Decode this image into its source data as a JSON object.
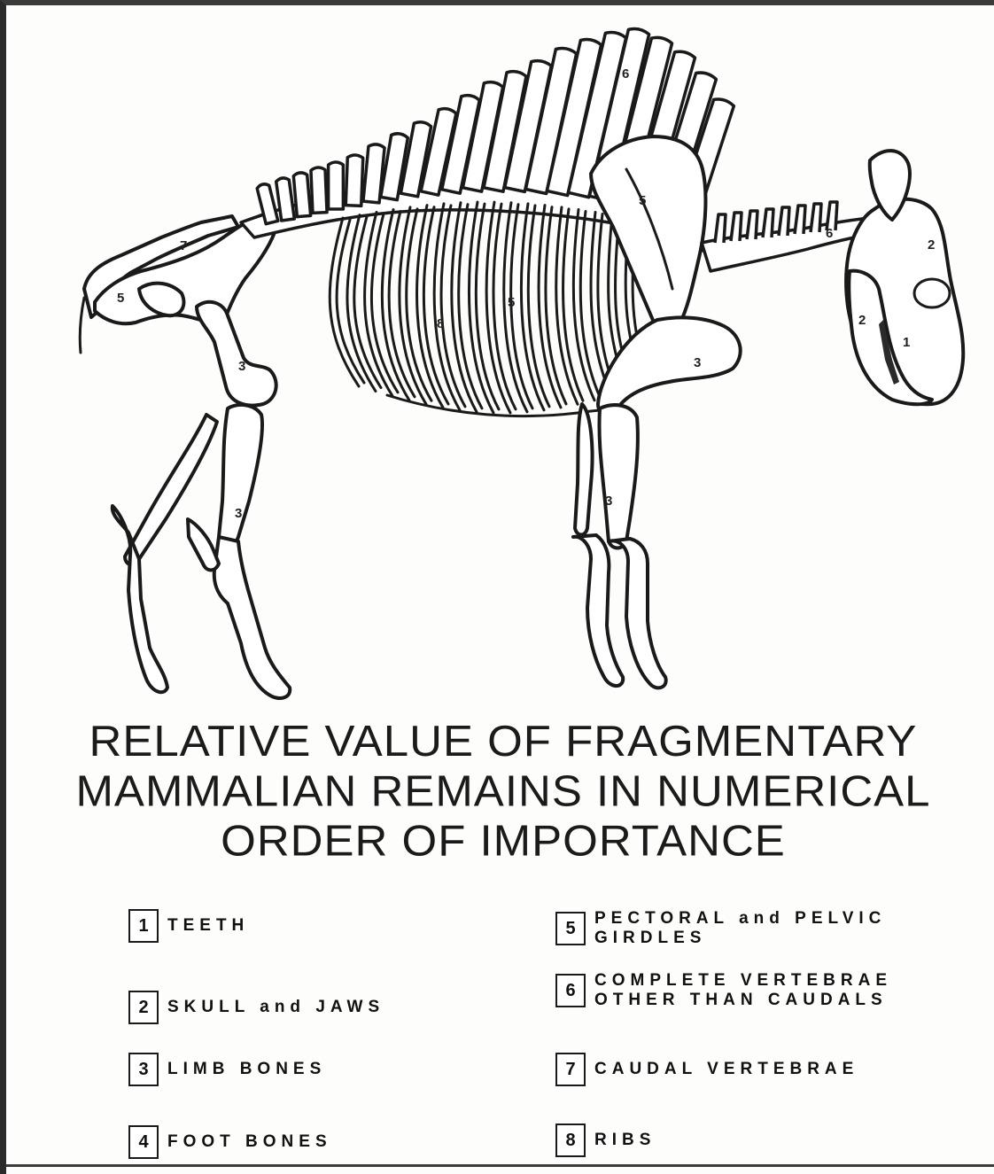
{
  "diagram": {
    "part_labels": [
      "1",
      "2",
      "2",
      "3",
      "3",
      "3",
      "3",
      "5",
      "5",
      "5",
      "6",
      "6",
      "7",
      "8"
    ]
  },
  "title": {
    "line1": "RELATIVE VALUE OF FRAGMENTARY",
    "line2": "MAMMALIAN REMAINS IN NUMERICAL",
    "line3": "ORDER OF IMPORTANCE"
  },
  "legend": [
    {
      "num": "1",
      "label": "TEETH"
    },
    {
      "num": "2",
      "label": "SKULL and JAWS"
    },
    {
      "num": "3",
      "label": "LIMB BONES"
    },
    {
      "num": "4",
      "label": "FOOT BONES"
    },
    {
      "num": "5",
      "label": "PECTORAL and PELVIC\nGIRDLES"
    },
    {
      "num": "6",
      "label": "COMPLETE VERTEBRAE\nOTHER THAN CAUDALS"
    },
    {
      "num": "7",
      "label": "CAUDAL VERTEBRAE"
    },
    {
      "num": "8",
      "label": "RIBS"
    }
  ]
}
